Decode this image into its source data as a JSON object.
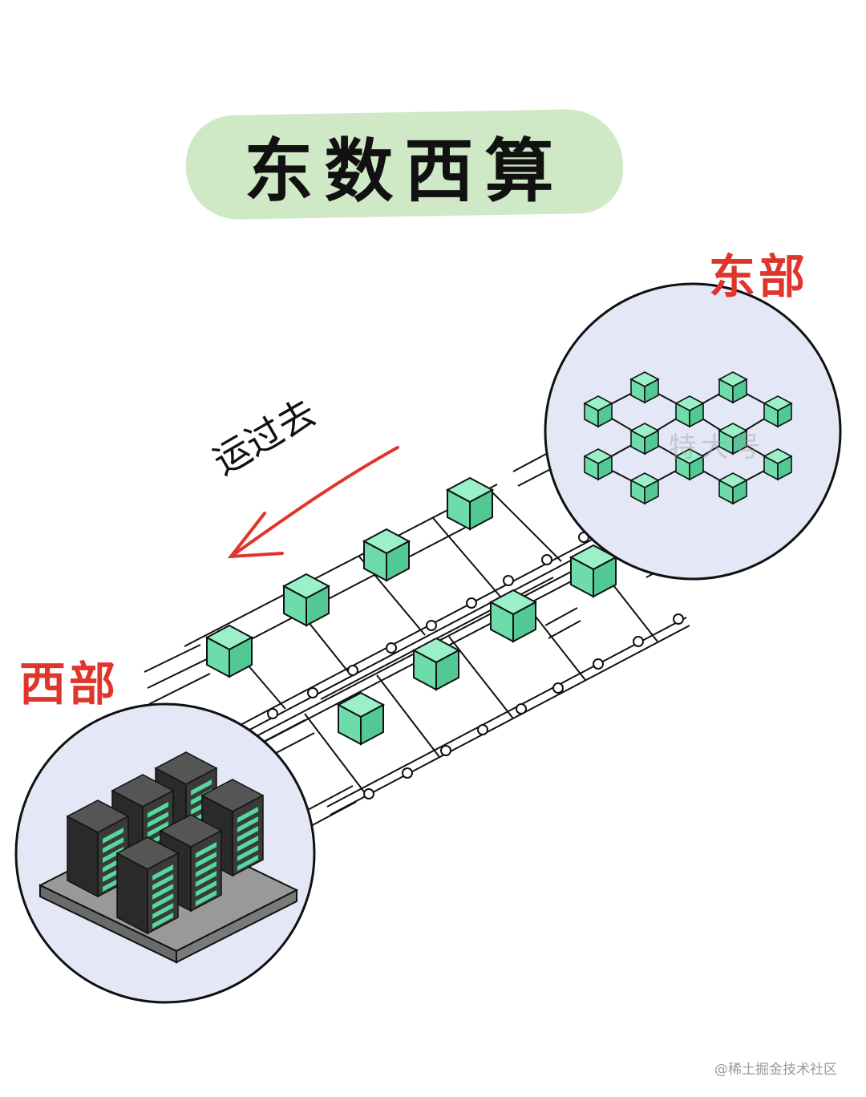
{
  "title": "东数西算",
  "labels": {
    "east": "东部",
    "west": "西部",
    "direction": "运过去"
  },
  "faint_watermark": "特大号",
  "watermark": "@稀土掘金技术社区",
  "colors": {
    "title_bg": "#cfe8c6",
    "region_label": "#e0352b",
    "cube": "#6edcaa",
    "circle_bg": "#e4e8f6",
    "arrow": "#e0352b",
    "server": "#333333",
    "server_led": "#5fd4a3"
  }
}
